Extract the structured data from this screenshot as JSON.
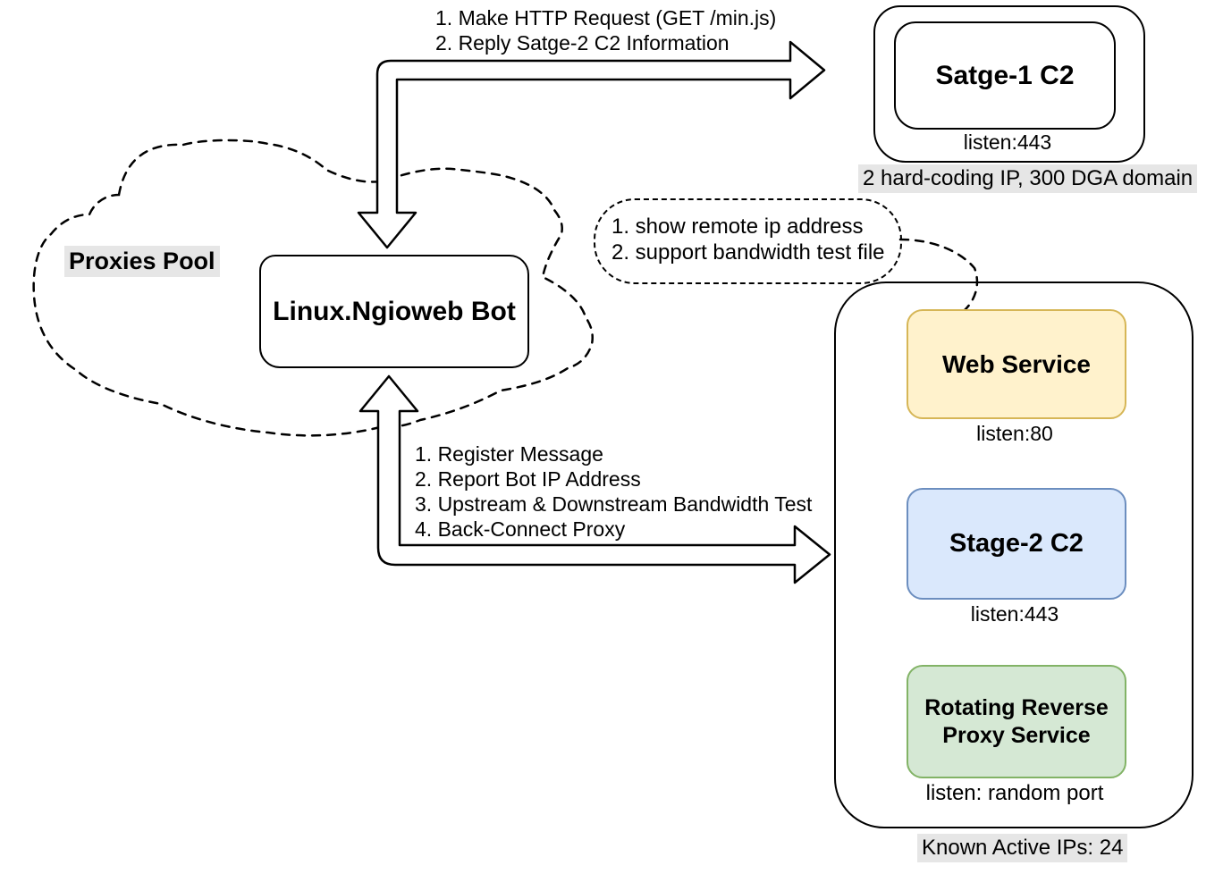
{
  "top_flow": {
    "lines": [
      "1. Make HTTP Request (GET /min.js)",
      "2. Reply Satge-2 C2 Information"
    ]
  },
  "stage1": {
    "title": "Satge-1 C2",
    "listen": "listen:443",
    "note": "2 hard-coding IP, 300 DGA domain"
  },
  "proxies_pool_label": "Proxies Pool",
  "bot_label": "Linux.Ngioweb Bot",
  "bubble": {
    "lines": [
      "1. show remote ip address",
      "2. support bandwidth test file"
    ]
  },
  "bottom_flow": {
    "lines": [
      "1. Register Message",
      "2. Report Bot IP Address",
      "3. Upstream & Downstream Bandwidth Test",
      "4. Back-Connect Proxy"
    ]
  },
  "server": {
    "web": {
      "title": "Web Service",
      "listen": "listen:80",
      "fill": "#FFF2CC",
      "border": "#D6B656"
    },
    "c2": {
      "title": "Stage-2 C2",
      "listen": "listen:443",
      "fill": "#DAE8FC",
      "border": "#6C8EBF"
    },
    "proxy": {
      "title_line1": "Rotating Reverse",
      "title_line2": "Proxy Service",
      "listen": "listen: random port",
      "fill": "#D5E8D4",
      "border": "#82B366"
    },
    "note": "Known Active IPs: 24"
  },
  "colors": {
    "highlight_bg": "#E6E6E6",
    "line": "#000000"
  }
}
